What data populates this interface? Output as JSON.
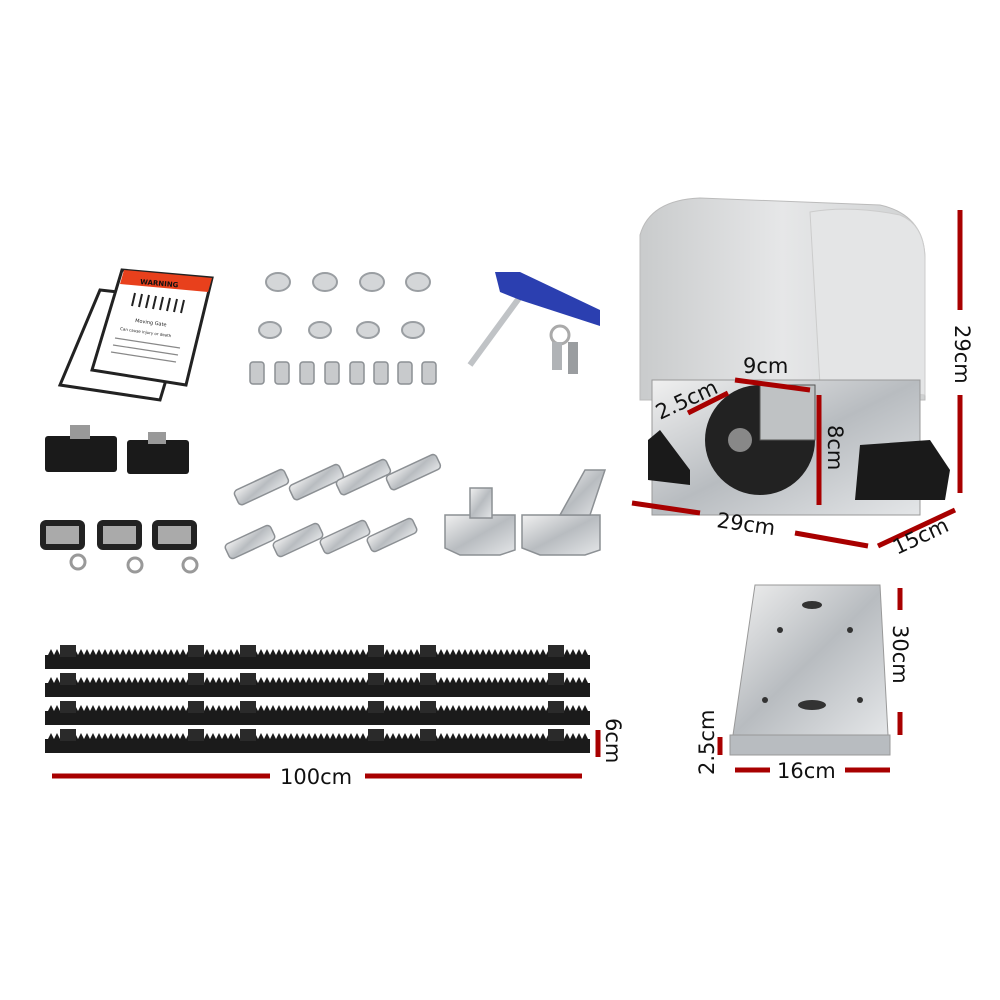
{
  "colors": {
    "dimension_line": "#a80000",
    "warning_header": "#e8401c",
    "wrench_handle": "#2b3fb0",
    "motor_body": "#d8dadb"
  },
  "manual": {
    "header": "WARNING",
    "title": "Moving Gate",
    "subtitle": "Can cause injury or death"
  },
  "dimensions": {
    "motor_height": "29cm",
    "motor_width": "29cm",
    "motor_depth": "15cm",
    "gear_width": "9cm",
    "gear_offset": "2.5cm",
    "gear_height": "8cm",
    "plate_length": "30cm",
    "plate_width": "16cm",
    "plate_thickness": "2.5cm",
    "rack_length": "100cm",
    "rack_height": "6cm"
  }
}
